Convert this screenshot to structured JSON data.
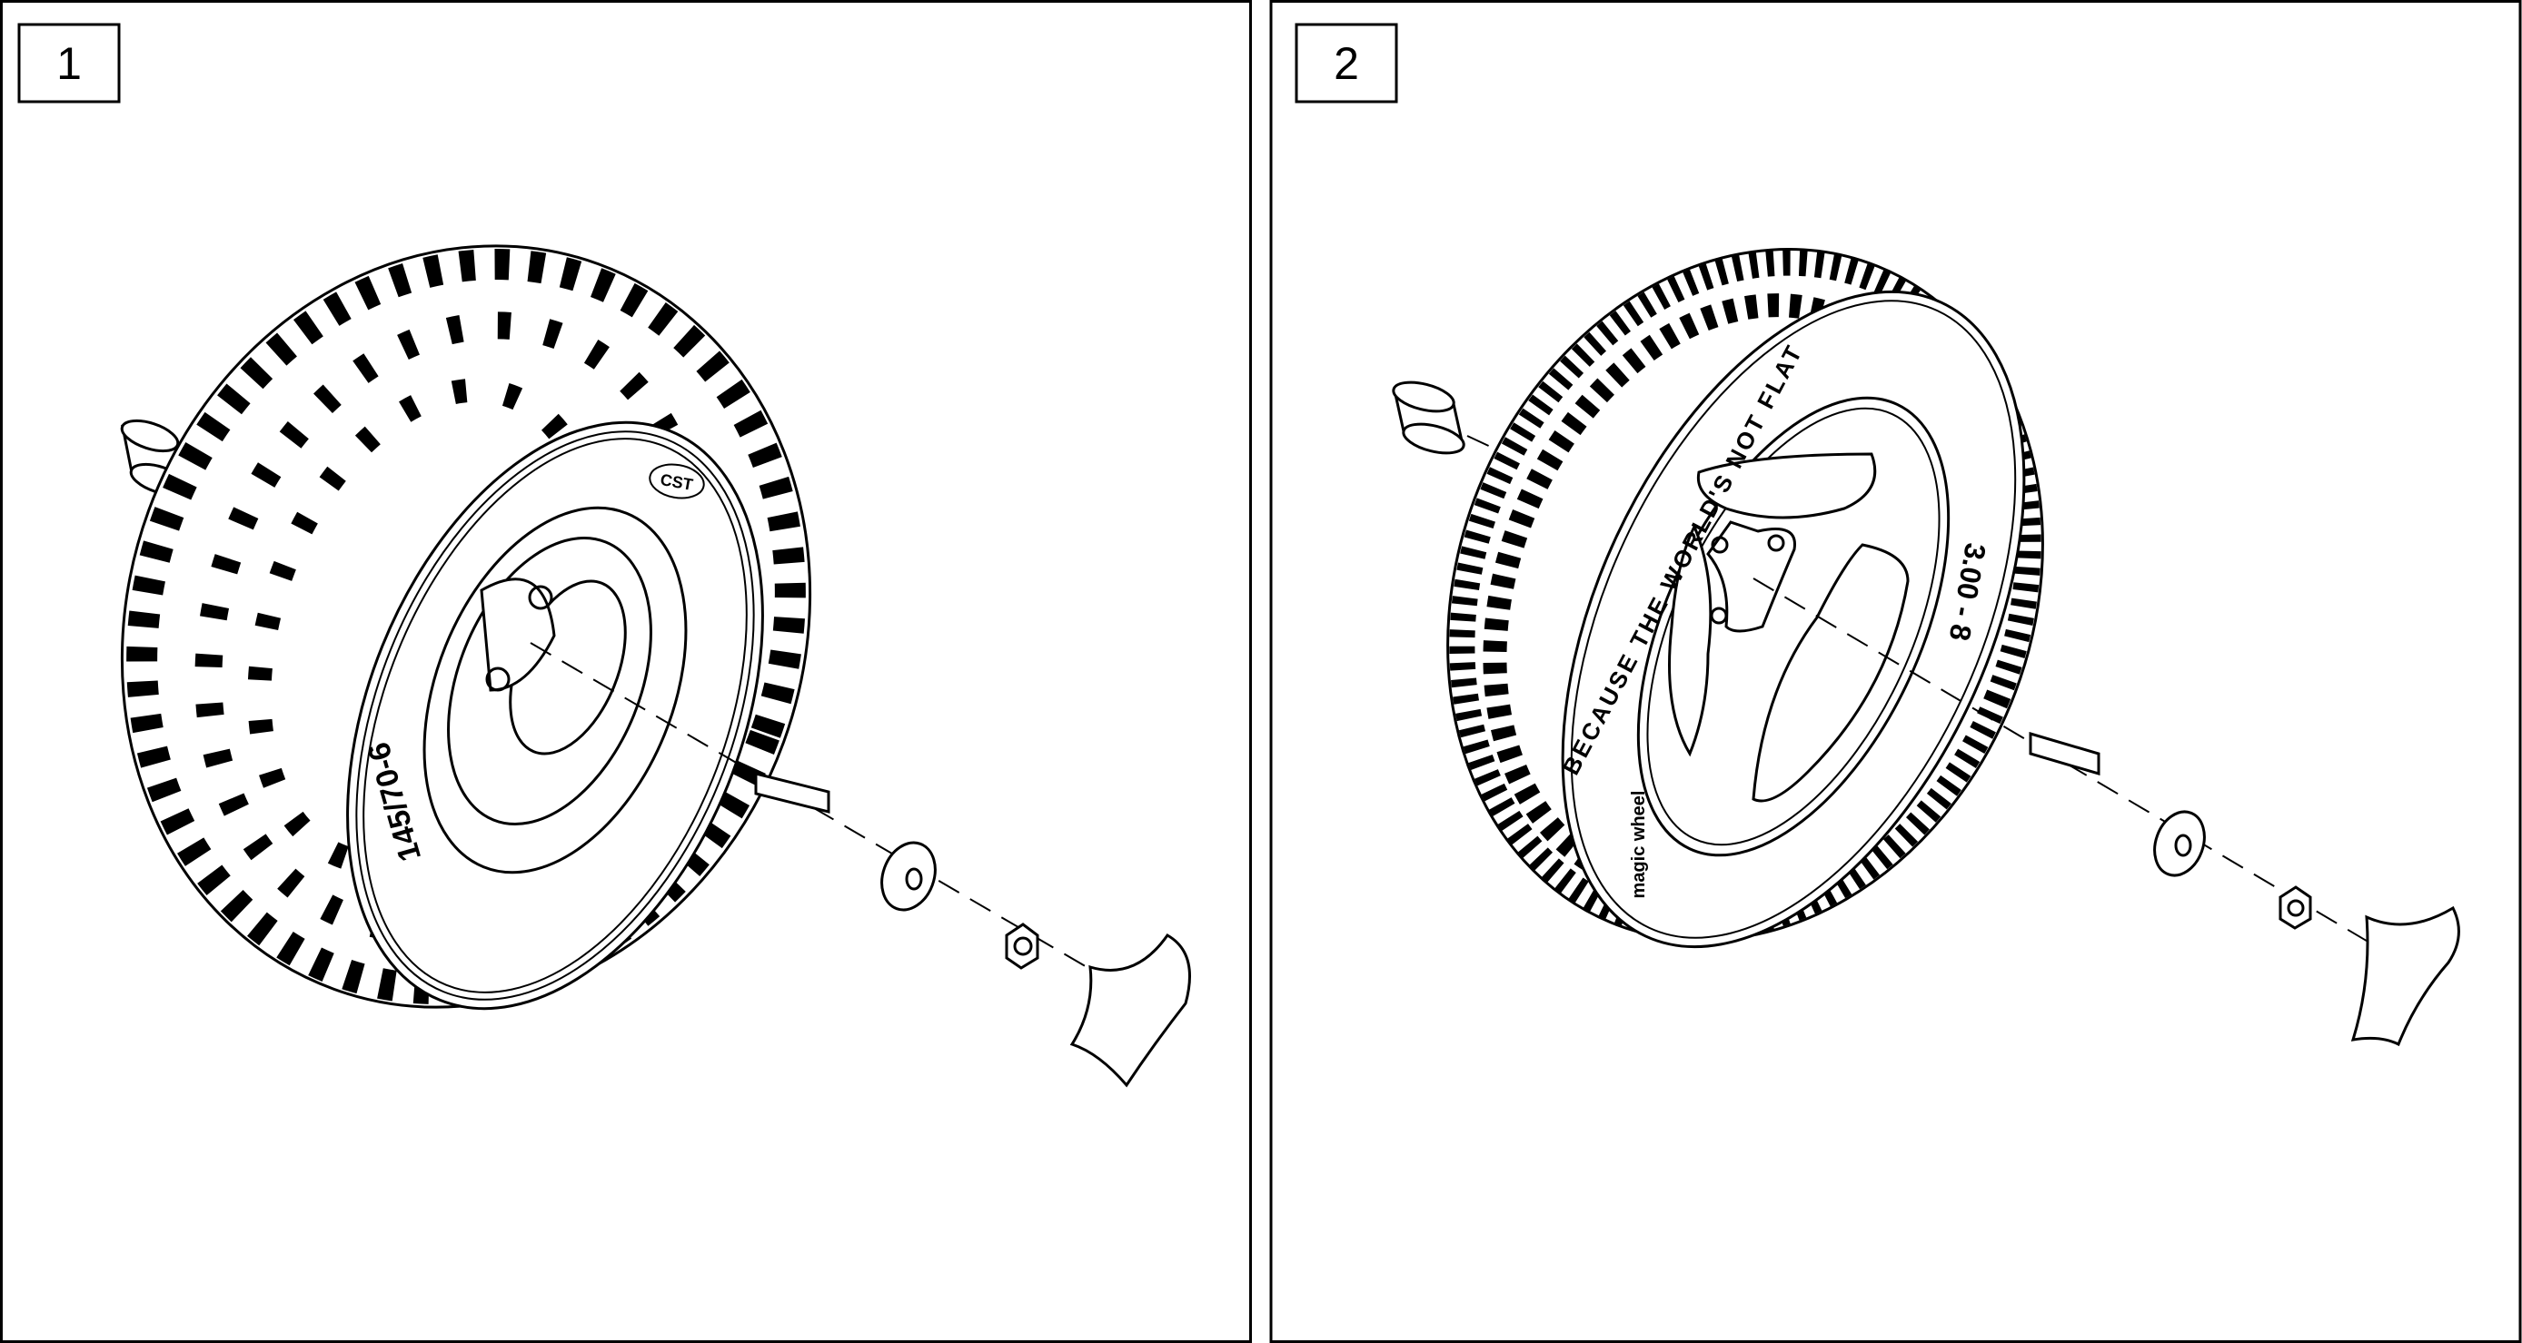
{
  "panels": [
    {
      "label": "1",
      "tire_size_marking": "145/70-6",
      "brand_logo_text": "CST"
    },
    {
      "label": "2",
      "tire_size_marking": "3.00 - 8",
      "sidewall_slogan": "BECAUSE THE WORLD'S NOT FLAT",
      "brand_logo_text": "magic wheel"
    }
  ]
}
